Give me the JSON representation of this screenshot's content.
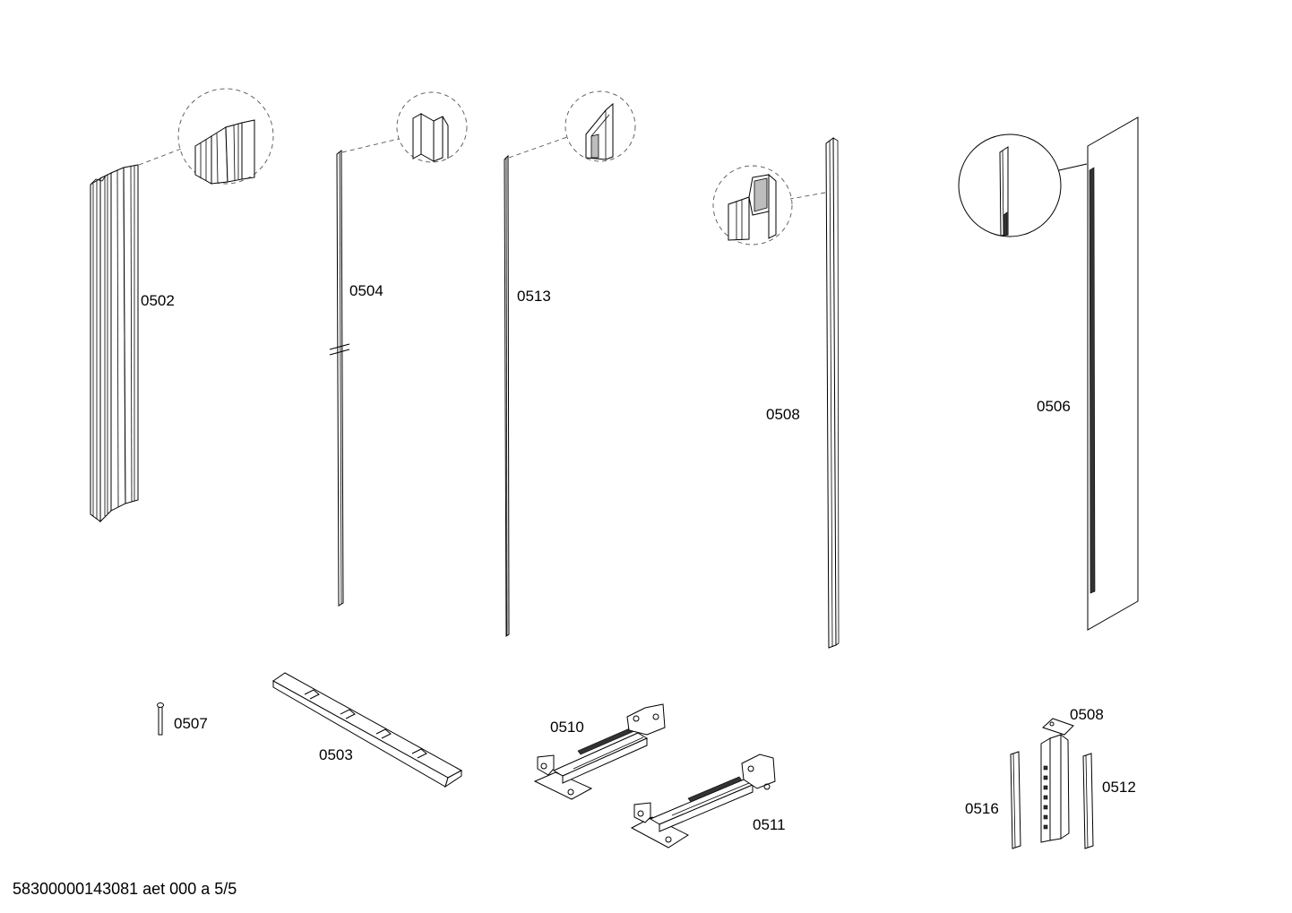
{
  "parts": {
    "p0502": "0502",
    "p0504": "0504",
    "p0513": "0513",
    "p0508a": "0508",
    "p0506": "0506",
    "p0507": "0507",
    "p0503": "0503",
    "p0510": "0510",
    "p0511": "0511",
    "p0508b": "0508",
    "p0516": "0516",
    "p0512": "0512"
  },
  "footer": "58300000143081 aet 000 a 5/5"
}
